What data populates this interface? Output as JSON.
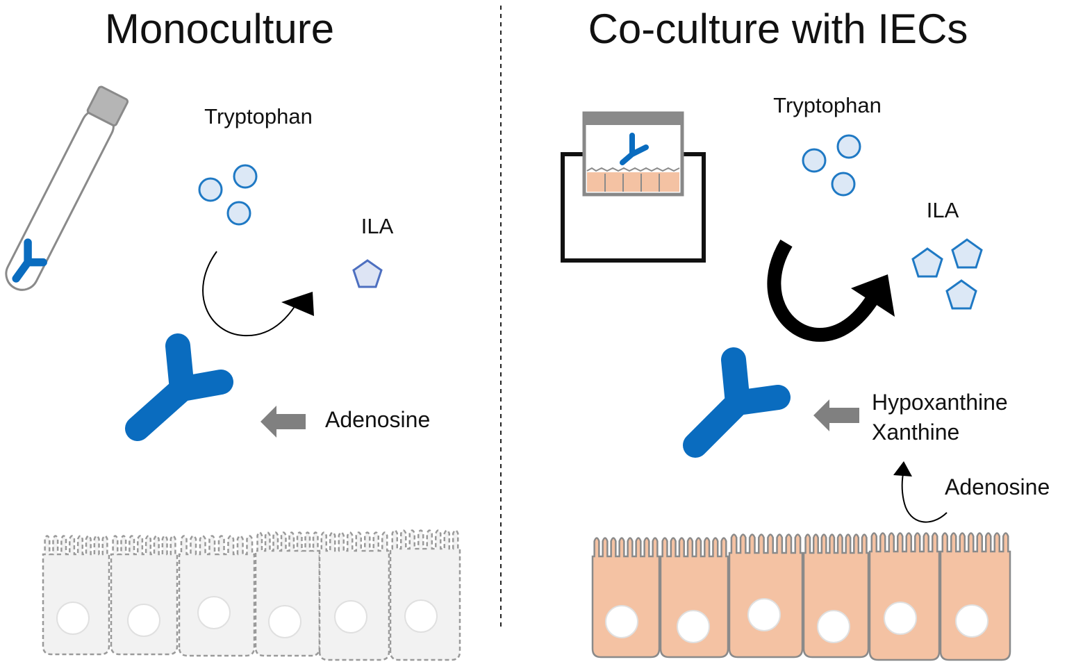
{
  "panels": {
    "left": {
      "title": "Monoculture",
      "substrate_label": "Tryptophan",
      "product_label": "ILA",
      "input_label": "Adenosine"
    },
    "right": {
      "title": "Co-culture with IECs",
      "substrate_label": "Tryptophan",
      "product_label": "ILA",
      "input_label_line1": "Hypoxanthine",
      "input_label_line2": "Xanthine",
      "adenosine_label": "Adenosine"
    }
  },
  "icons": {
    "bacterium": "y-shaped-bacterium-icon",
    "tryptophan": "circle-molecule-icon",
    "ila": "pentagon-molecule-icon",
    "tube": "culture-tube-icon",
    "transwell": "transwell-insert-icon"
  },
  "colors": {
    "bacterium": "#0a6cbf",
    "molecule_fill": "#dce8f6",
    "molecule_stroke": "#1f79c4",
    "ila_mono_fill": "#dde4f4",
    "ila_mono_stroke": "#4d6fc0",
    "cell_iec_fill": "#f4c2a3",
    "cell_iec_stroke": "#8a8a8a",
    "cell_absent_fill": "#f2f2f2",
    "cell_absent_stroke": "#9a9a9a",
    "input_arrow": "#808080",
    "divider": "#222222"
  }
}
